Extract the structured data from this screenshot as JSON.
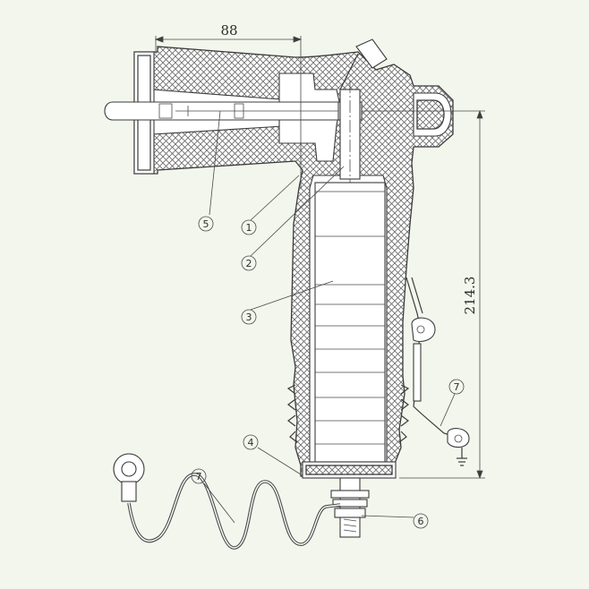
{
  "dimensions": {
    "top_width": "88",
    "right_height": "214.3"
  },
  "callouts": [
    {
      "label": "1"
    },
    {
      "label": "2"
    },
    {
      "label": "3"
    },
    {
      "label": "4"
    },
    {
      "label": "5"
    },
    {
      "label": "6"
    },
    {
      "label": "7"
    },
    {
      "label": "7"
    }
  ]
}
